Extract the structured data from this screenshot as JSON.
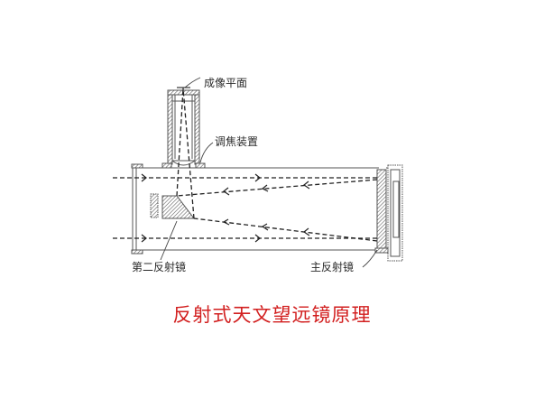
{
  "diagram": {
    "title": "反射式天文望远镜原理",
    "title_color": "#d21f1f",
    "labels": {
      "focal_plane": "成像平面",
      "focusing_device": "调焦装置",
      "secondary_mirror": "第二反射镜",
      "primary_mirror": "主反射镜"
    },
    "components": [
      {
        "id": "tube",
        "name": "telescope tube"
      },
      {
        "id": "primary_mirror",
        "name": "主反射镜"
      },
      {
        "id": "secondary_mirror",
        "name": "第二反射镜"
      },
      {
        "id": "eyepiece_focuser",
        "name": "调焦装置"
      },
      {
        "id": "focal_plane",
        "name": "成像平面"
      }
    ],
    "light_paths": [
      {
        "from": "incoming (left)",
        "to": "primary_mirror",
        "direction": "right"
      },
      {
        "from": "primary_mirror",
        "to": "secondary_mirror",
        "direction": "left"
      },
      {
        "from": "secondary_mirror",
        "to": "focal_plane",
        "direction": "up"
      }
    ],
    "line_color": "#333333",
    "hatch_color": "#666666"
  }
}
